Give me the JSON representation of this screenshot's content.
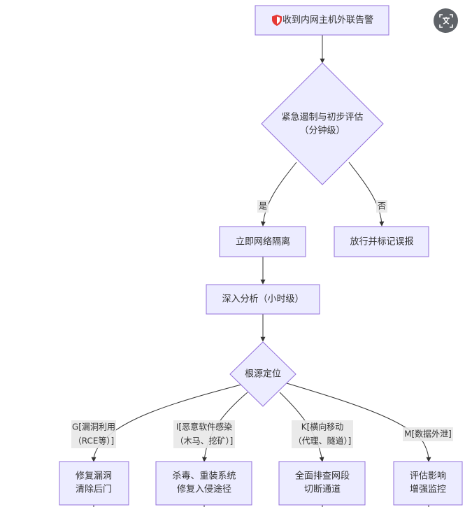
{
  "nodes": {
    "alert": {
      "icon": "shield-icon",
      "label": "收到内网主机外联告警"
    },
    "triage": {
      "line1": "紧急遏制与初步评估",
      "line2": "（分钟级）"
    },
    "isolate": {
      "label": "立即网络隔离"
    },
    "false_positive": {
      "label": "放行并标记误报"
    },
    "deep_analysis": {
      "label": "深入分析（小时级）"
    },
    "root_cause": {
      "label": "根源定位"
    },
    "fix_vuln": {
      "line1": "修复漏洞",
      "line2": "清除后门"
    },
    "kill_malware": {
      "line1": "杀毒、重装系统",
      "line2": "修复入侵途径"
    },
    "lateral_check": {
      "line1": "全面排查网段",
      "line2": "切断通道"
    },
    "assess_impact": {
      "line1": "评估影响",
      "line2": "增强监控"
    }
  },
  "edge_labels": {
    "yes": "是",
    "no": "否",
    "g": {
      "line1": "G[漏洞利用",
      "line2": "（RCE等）]"
    },
    "i": {
      "line1": "I[恶意软件感染",
      "line2": "（木马、挖矿）]"
    },
    "k": {
      "line1": "K[横向移动",
      "line2": "（代理、隧道）]"
    },
    "m": {
      "line1": "M[数据外泄]"
    }
  },
  "toolbar": {
    "translate_icon": "translate-icon"
  },
  "colors": {
    "node_fill": "#ECECFF",
    "node_stroke": "#9370DB",
    "edge": "#333333",
    "label_bg": "#e8e8e8",
    "alert_icon": "#e53935"
  }
}
